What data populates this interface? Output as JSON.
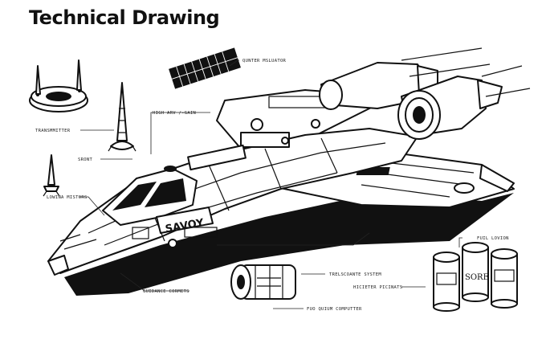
{
  "title": "Technical Drawing",
  "ship_name": "SAVOY",
  "canister_text": "SORE",
  "labels": {
    "quantum_regulator": "QUNTER MSLUATOR",
    "transmitter": "TRANSMMITTER",
    "high_array": "HIGH ARV /-GAIN",
    "front": "SRONT",
    "lowna_motors": "LOWINA MISTORS",
    "fuel_lotion": "FUIL LOVION",
    "guidance": "GUIDANCE CORMETS",
    "telescope": "TRELSCOANTE SYSTEM",
    "helicter": "HICIETER PICINATS",
    "fuo_quium": "FUO QUIUM COMPUTTER"
  },
  "colors": {
    "ink": "#111111",
    "paper": "#ffffff"
  }
}
